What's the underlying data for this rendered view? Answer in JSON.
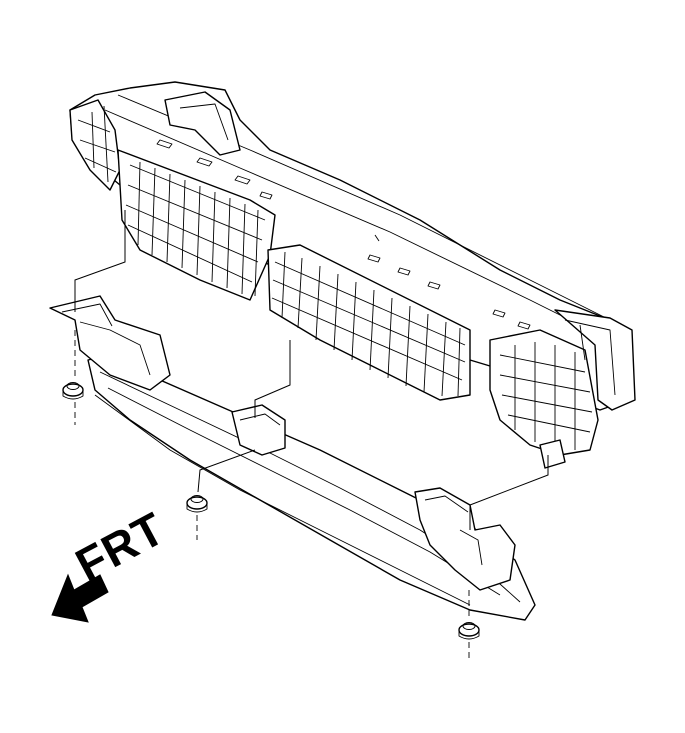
{
  "diagram": {
    "direction_label": "FRT",
    "parts": [
      {
        "name": "reinforcement-absorber"
      },
      {
        "name": "lower-spoiler"
      },
      {
        "name": "clip",
        "count": 3
      }
    ]
  }
}
